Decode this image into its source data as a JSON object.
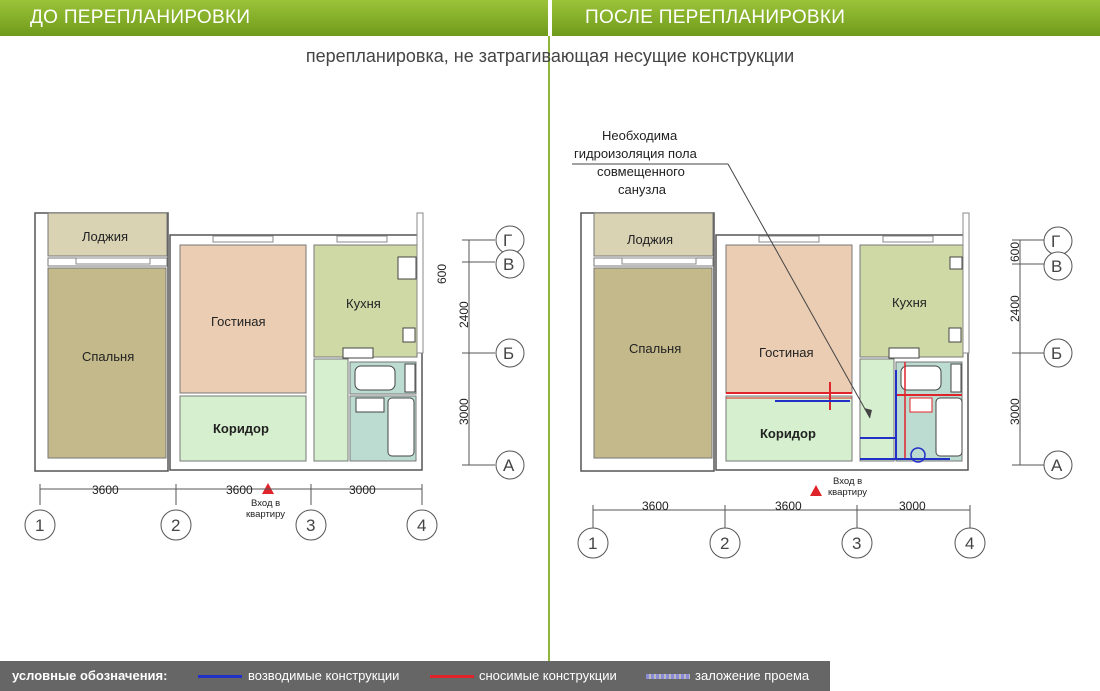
{
  "header": {
    "before": "ДО ПЕРЕПЛАНИРОВКИ",
    "after": "ПОСЛЕ ПЕРЕПЛАНИРОВКИ"
  },
  "subtitle": "перепланировка, не затрагивающая несущие конструкции",
  "rooms": {
    "loggia": "Лоджия",
    "bedroom": "Спальня",
    "living": "Гостиная",
    "kitchen": "Кухня",
    "corridor": "Коридор"
  },
  "entrance": {
    "line1": "Вход в",
    "line2": "квартиру"
  },
  "dimensions": {
    "d3600": "3600",
    "d3000": "3000",
    "d2400": "2400",
    "d600": "600"
  },
  "axes": {
    "a1": "1",
    "a2": "2",
    "a3": "3",
    "a4": "4",
    "A": "А",
    "B": "Б",
    "V": "В",
    "G": "Г"
  },
  "note": {
    "line1": "Необходима",
    "line2": "гидроизоляция пола",
    "line3": "совмещенного",
    "line4": "санузла"
  },
  "legend": {
    "title": "условные обозначения:",
    "new": "возводимые конструкции",
    "removed": "сносимые конструкции",
    "opening": "заложение проема",
    "colors": {
      "new": "#2230c8",
      "removed": "#e0242b",
      "opening": "#8a8ad8"
    }
  },
  "colors": {
    "loggia": "#d9d3b4",
    "bedroom": "#c4b98a",
    "living": "#ebcdb3",
    "kitchen": "#cfd9a6",
    "corridor": "#d6f0cf",
    "bath": "#bcdcd2",
    "header": "#7ca627"
  }
}
